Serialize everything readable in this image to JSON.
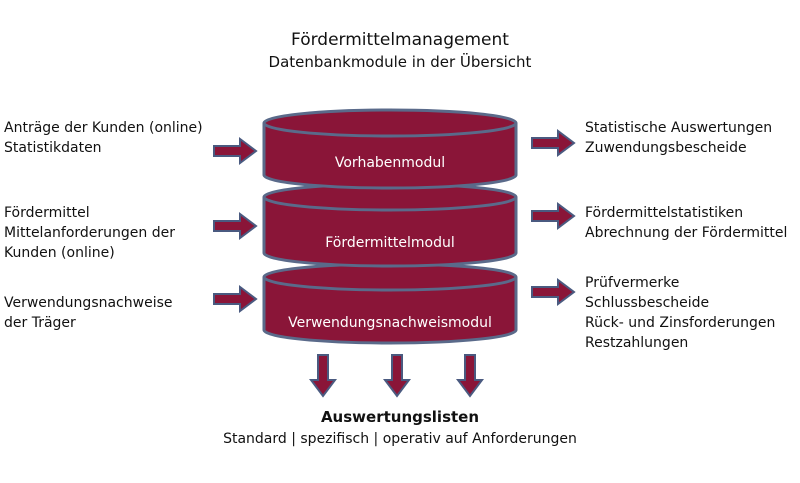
{
  "header": {
    "title": "Fördermittelmanagement",
    "subtitle": "Datenbankmodule in der Übersicht"
  },
  "modules": [
    {
      "label": "Vorhabenmodul"
    },
    {
      "label": "Fördermittelmodul"
    },
    {
      "label": "Verwendungsnachweismodul"
    }
  ],
  "inputs": [
    {
      "lines": [
        "Anträge der Kunden (online)",
        "Statistikdaten"
      ]
    },
    {
      "lines": [
        "Fördermittel",
        "Mittelanforderungen der",
        "Kunden (online)"
      ]
    },
    {
      "lines": [
        "Verwendungsnachweise",
        "der Träger"
      ]
    }
  ],
  "outputs": [
    {
      "lines": [
        "Statistische Auswertungen",
        "Zuwendungsbescheide"
      ]
    },
    {
      "lines": [
        "Fördermittelstatistiken",
        "Abrechnung der Fördermittel"
      ]
    },
    {
      "lines": [
        "Prüfvermerke",
        "Schlussbescheide",
        "Rück- und Zinsforderungen",
        "Restzahlungen"
      ]
    }
  ],
  "footer": {
    "title": "Auswertungslisten",
    "subtitle": "Standard | spezifisch | operativ auf Anforderungen"
  },
  "colors": {
    "module_fill": "#8a1538",
    "module_stroke": "#5a6a8a",
    "arrow_fill": "#8a1538",
    "arrow_stroke": "#4a5a80"
  }
}
